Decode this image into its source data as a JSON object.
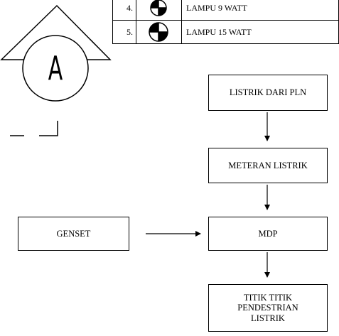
{
  "legend": {
    "rows": [
      {
        "number": "4.",
        "label": "LAMPU 9 WATT",
        "symbol": "lamp-9w-symbol-icon"
      },
      {
        "number": "5.",
        "label": "LAMPU 15 WATT",
        "symbol": "lamp-15w-symbol-icon"
      }
    ]
  },
  "section_marker": {
    "letter": "A",
    "symbol": "section-marker-icon"
  },
  "flowchart": {
    "listrik_pln": "LISTRIK DARI PLN",
    "meteran": "METERAN LISTRIK",
    "genset": "GENSET",
    "mdp": "MDP",
    "titik_line1": "TITIK TITIK",
    "titik_line2": "PENDESTRIAN",
    "titik_line3": "LISTRIK"
  }
}
